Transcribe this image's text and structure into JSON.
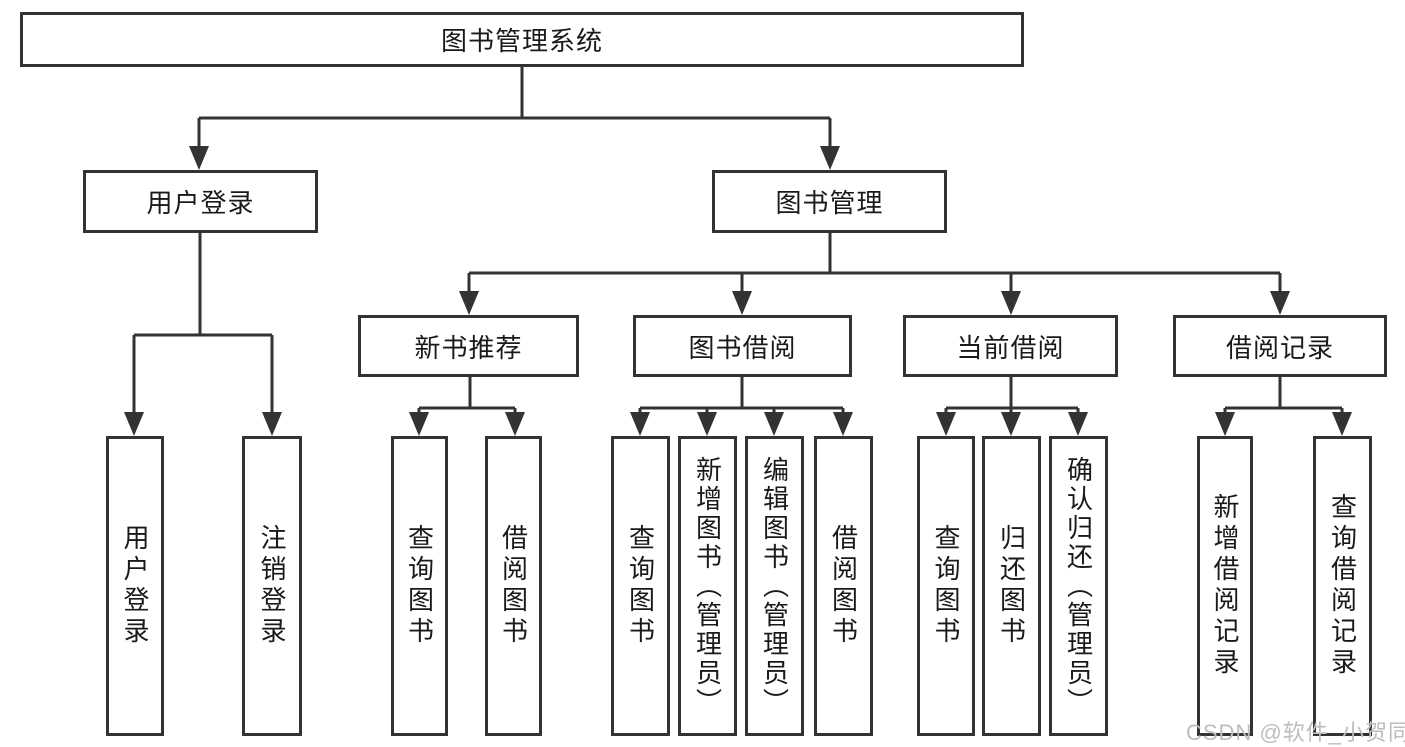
{
  "tree": {
    "root": "图书管理系统",
    "branches": [
      {
        "label": "用户登录",
        "children": [
          "用户登录",
          "注销登录"
        ]
      },
      {
        "label": "图书管理",
        "groups": [
          {
            "label": "新书推荐",
            "children": [
              "查询图书",
              "借阅图书"
            ]
          },
          {
            "label": "图书借阅",
            "children": [
              "查询图书",
              "新增图书（管理员）",
              "编辑图书（管理员）",
              "借阅图书"
            ]
          },
          {
            "label": "当前借阅",
            "children": [
              "查询图书",
              "归还图书",
              "确认归还（管理员）"
            ]
          },
          {
            "label": "借阅记录",
            "children": [
              "新增借阅记录",
              "查询借阅记录"
            ]
          }
        ]
      }
    ]
  },
  "watermark": "CSDN @软件_小贺同学",
  "colors": {
    "line": "#333333",
    "text": "#1a1a1a",
    "watermark": "#bdbdbd",
    "background": "#ffffff"
  }
}
